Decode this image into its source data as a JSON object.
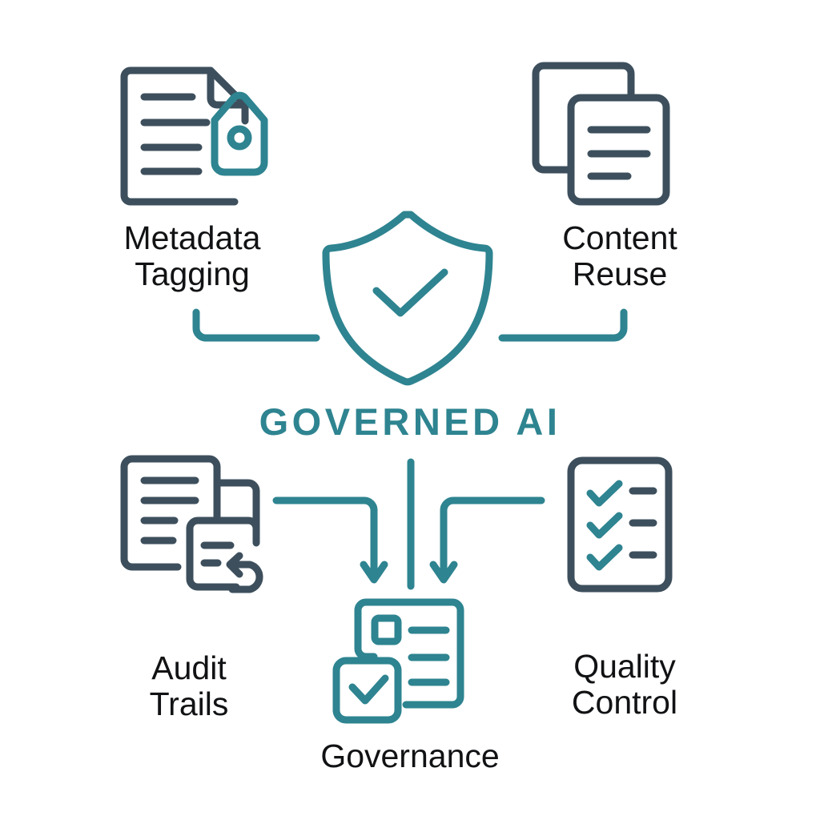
{
  "diagram": {
    "title": "Governed AI content lifecycle diagram",
    "center": {
      "label": "GOVERNED AI",
      "icon": "shield-check-icon",
      "color": "#2e8490"
    },
    "colors": {
      "teal": "#2e8490",
      "teal_dark": "#2b7b87",
      "slate": "#3d4f5c",
      "text": "#111214",
      "background": "#ffffff"
    },
    "nodes": [
      {
        "id": "metadata-tagging",
        "label": "Metadata\nTagging",
        "icon": "document-tag-icon",
        "position": "top-left",
        "connector": "elbow-down-right",
        "icon_colors": [
          "#3d4f5c",
          "#2e8490"
        ]
      },
      {
        "id": "content-reuse",
        "label": "Content\nReuse",
        "icon": "stacked-documents-icon",
        "position": "top-right",
        "connector": "elbow-down-left",
        "icon_colors": [
          "#3d4f5c"
        ]
      },
      {
        "id": "audit-trails",
        "label": "Audit\nTrails",
        "icon": "document-revert-icon",
        "position": "bottom-left",
        "connector": "arrow-right-down",
        "icon_colors": [
          "#3d4f5c"
        ]
      },
      {
        "id": "quality-control",
        "label": "Quality\nControl",
        "icon": "checklist-icon",
        "position": "bottom-right",
        "connector": "arrow-left-down",
        "icon_colors": [
          "#3d4f5c",
          "#2e8490"
        ]
      },
      {
        "id": "governance",
        "label": "Governance",
        "icon": "governance-panel-check-icon",
        "position": "bottom-center",
        "connector": "vertical-line",
        "icon_colors": [
          "#2e8490"
        ]
      }
    ],
    "connectors": [
      {
        "id": "connector-metadata",
        "type": "elbow",
        "direction": "down-then-right"
      },
      {
        "id": "connector-content-reuse",
        "type": "elbow",
        "direction": "down-then-left"
      },
      {
        "id": "connector-audit",
        "type": "arrow",
        "direction": "right-then-down"
      },
      {
        "id": "connector-quality",
        "type": "arrow",
        "direction": "left-then-down"
      },
      {
        "id": "connector-center",
        "type": "line",
        "direction": "down"
      }
    ]
  }
}
